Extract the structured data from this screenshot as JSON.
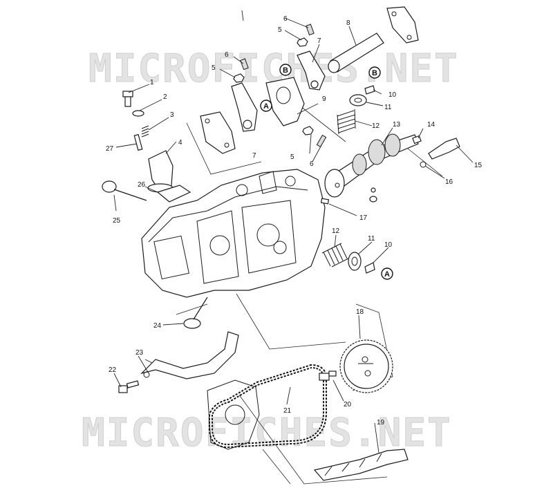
{
  "watermarks": [
    "MICROFICHES.NET",
    "MICROFICHES.NET"
  ],
  "part_numbers": {
    "n1": "1",
    "n2": "2",
    "n3": "3",
    "n4": "4",
    "n5a": "5",
    "n5b": "5",
    "n5c": "5",
    "n6a": "6",
    "n6b": "6",
    "n6c": "6",
    "n7a": "7",
    "n7b": "7",
    "n8": "8",
    "n9": "9",
    "n10a": "10",
    "n10b": "10",
    "n11a": "11",
    "n11b": "11",
    "n12a": "12",
    "n12b": "12",
    "n13": "13",
    "n14": "14",
    "n15": "15",
    "n16": "16",
    "n17": "17",
    "n18": "18",
    "n19": "19",
    "n20": "20",
    "n21": "21",
    "n22": "22",
    "n23": "23",
    "n24": "24",
    "n25": "25",
    "n26": "26",
    "n27": "27"
  },
  "callouts": {
    "a1": "A",
    "a2": "A",
    "b1": "B",
    "b2": "B"
  }
}
